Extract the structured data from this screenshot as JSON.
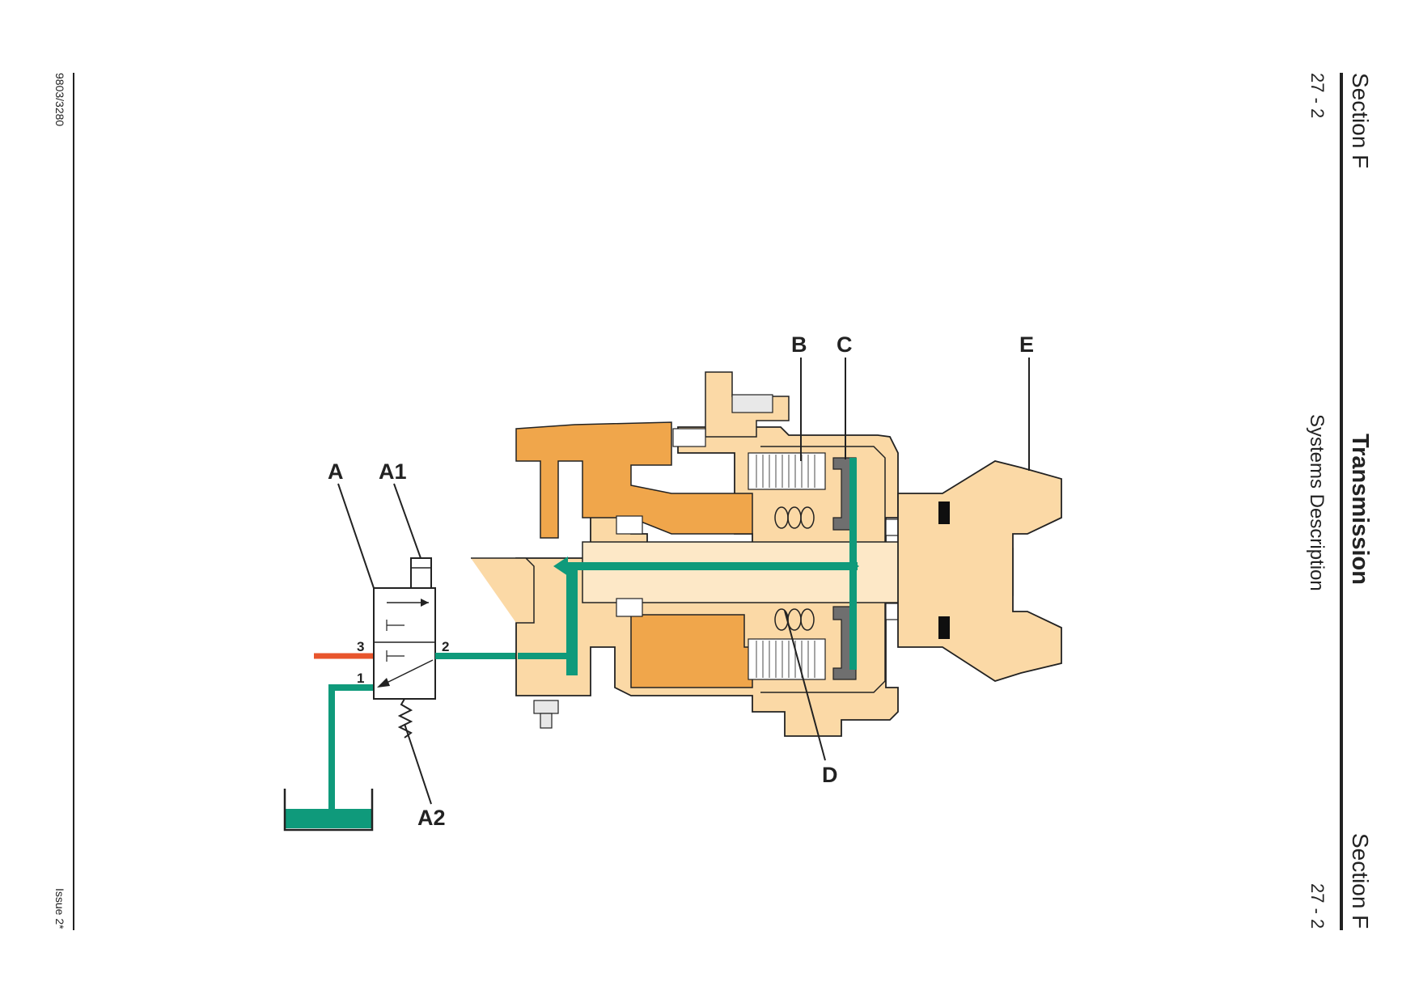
{
  "header": {
    "section_top": "Section F",
    "page_top": "27 - 2",
    "title": "Transmission",
    "subtitle": "Systems Description",
    "section_bottom": "Section F",
    "page_bottom": "27 - 2"
  },
  "footer": {
    "doc_number": "9803/3280",
    "issue": "Issue 2*"
  },
  "diagram": {
    "callouts": {
      "a": "A",
      "a1": "A1",
      "a2": "A2",
      "b": "B",
      "c": "C",
      "d": "D",
      "e": "E"
    },
    "ports": {
      "p1": "1",
      "p2": "2",
      "p3": "3"
    },
    "colors": {
      "housing_light": "#fbd9a6",
      "housing_dark": "#f0a64b",
      "oil": "#0f9a7b",
      "pressure": "#e8552c",
      "piston": "#6f6f6f"
    }
  }
}
